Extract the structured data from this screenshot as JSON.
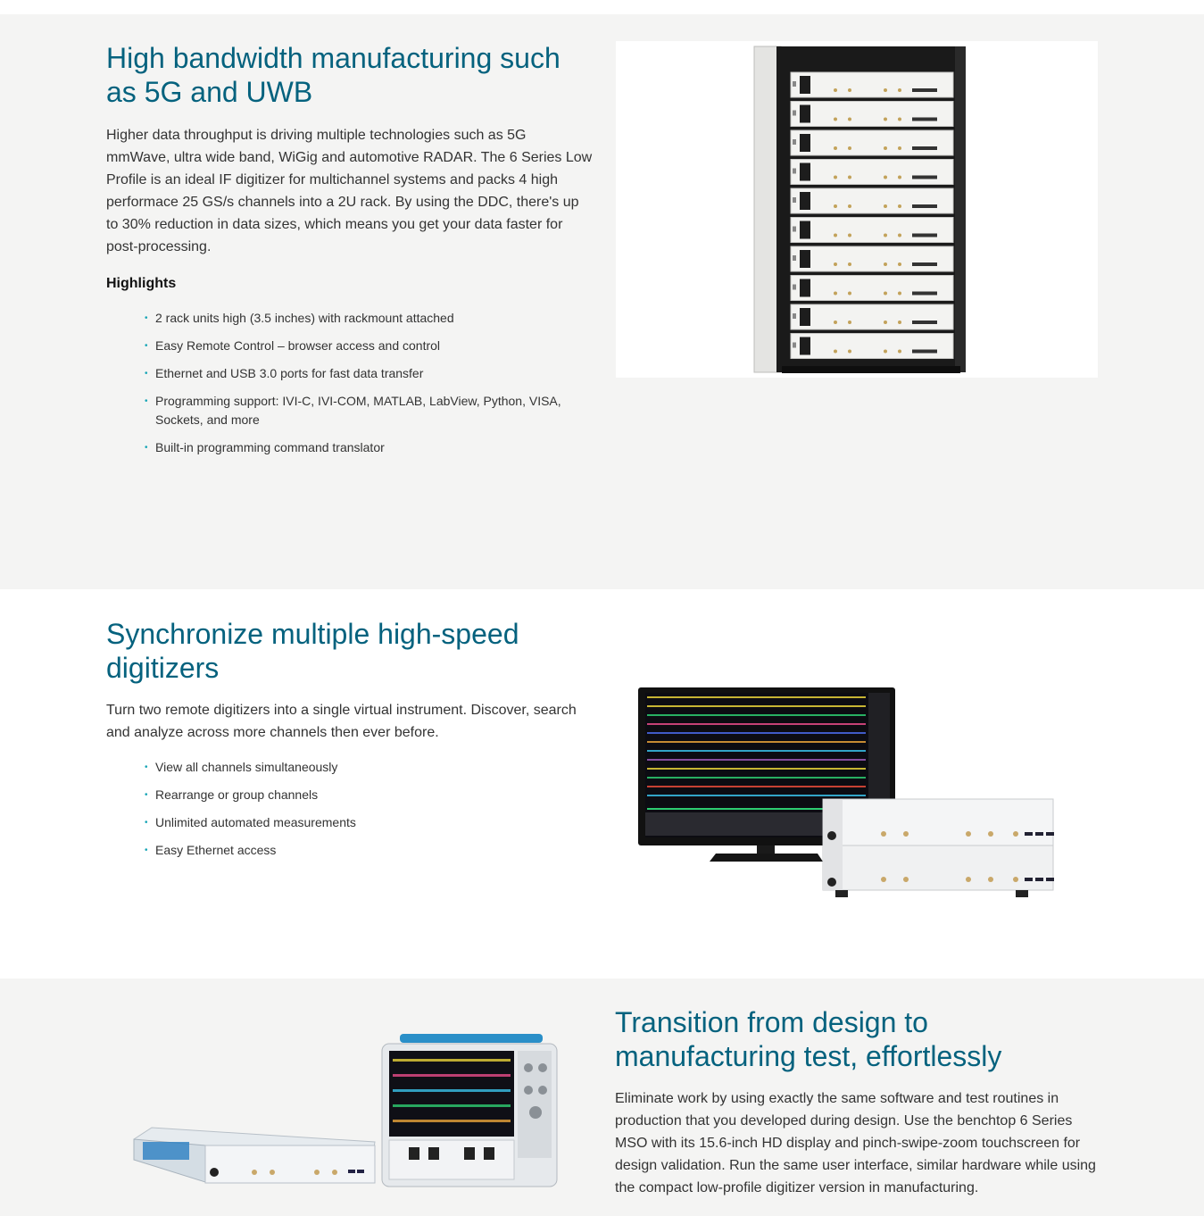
{
  "section1": {
    "title": "High bandwidth manufacturing such as 5G and UWB",
    "body": "Higher data throughput is driving multiple technologies such as 5G mmWave, ultra wide band, WiGig and automotive RADAR. The 6 Series Low Profile is an ideal IF digitizer for multichannel systems and packs 4 high performace 25 GS/s channels into a 2U rack. By using the DDC, there's up to 30% reduction in data sizes, which means you get your data faster for post-processing.",
    "highlights_label": "Highlights",
    "bullets": [
      "2 rack units high (3.5 inches) with rackmount attached",
      "Easy Remote Control – browser access and control",
      "Ethernet and USB 3.0 ports for fast data transfer",
      "Programming support: IVI-C, IVI-COM, MATLAB, LabView, Python, VISA, Sockets, and more",
      "Built-in programming command translator"
    ],
    "image_icon": "rack-cabinet-icon"
  },
  "section2": {
    "title": "Synchronize multiple high-speed digitizers",
    "body": "Turn two remote digitizers into a single virtual instrument. Discover, search and analyze across more channels then ever before.",
    "bullets": [
      "View all channels simultaneously",
      "Rearrange or group channels",
      "Unlimited automated measurements",
      "Easy Ethernet access"
    ],
    "image_icon": "monitor-with-digitizers-icon"
  },
  "section3": {
    "title": "Transition from design to manufacturing test, effortlessly",
    "body": "Eliminate work by using exactly the same software and test routines in production that you developed during design. Use the benchtop 6 Series MSO with its 15.6-inch HD display and pinch-swipe-zoom touchscreen for design validation. Run the same user interface, similar hardware while using the compact low-profile digitizer version in manufacturing.",
    "image_icon": "oscilloscope-and-digitizer-icon"
  },
  "colors": {
    "heading": "#05627e",
    "bullet": "#1aa6b7",
    "grey_band": "#f4f4f3"
  }
}
